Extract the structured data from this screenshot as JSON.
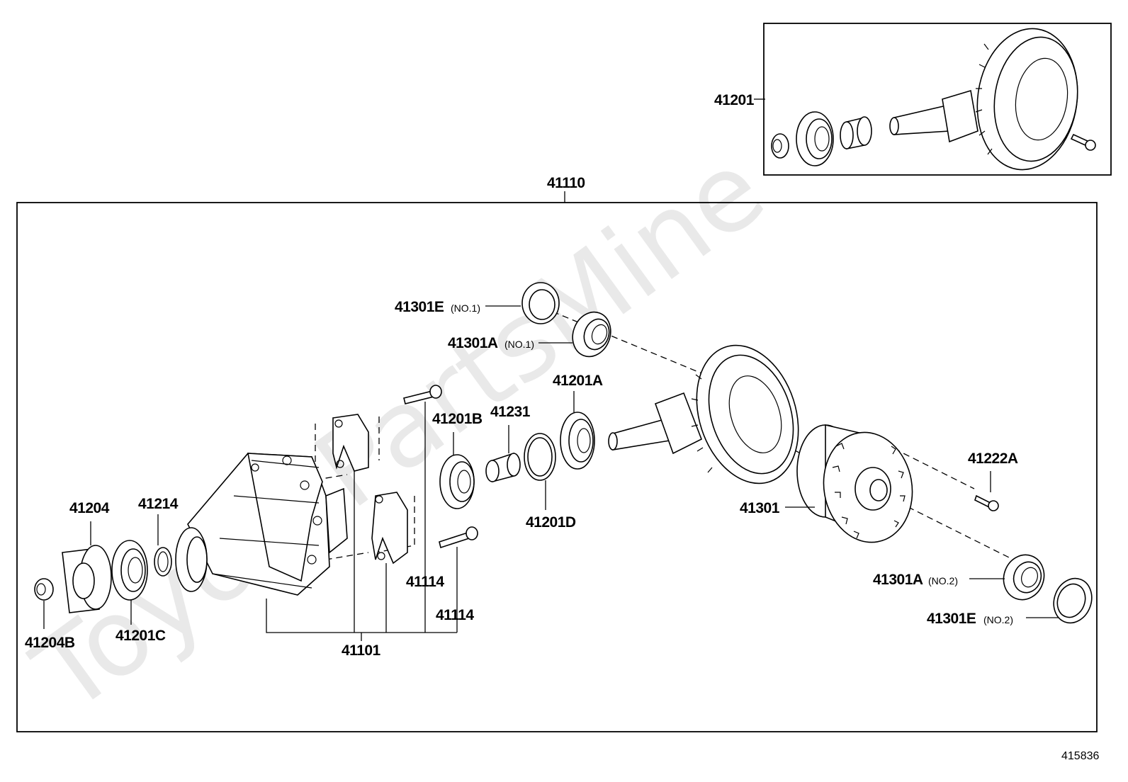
{
  "watermark": "ToyotaPartsMine",
  "diagram_id": "415836",
  "labels": {
    "asm_41201": "41201",
    "asm_41110": "41110",
    "p41301E_no1": "41301E",
    "p41301E_no1_note": "(NO.1)",
    "p41301A_no1": "41301A",
    "p41301A_no1_note": "(NO.1)",
    "p41201A": "41201A",
    "p41231": "41231",
    "p41201B": "41201B",
    "p41222A": "41222A",
    "p41204": "41204",
    "p41214": "41214",
    "p41301": "41301",
    "p41201D": "41201D",
    "p41114_a": "41114",
    "p41114_b": "41114",
    "p41301A_no2": "41301A",
    "p41301A_no2_note": "(NO.2)",
    "p41301E_no2": "41301E",
    "p41301E_no2_note": "(NO.2)",
    "p41201C": "41201C",
    "p41204B": "41204B",
    "p41101": "41101"
  }
}
